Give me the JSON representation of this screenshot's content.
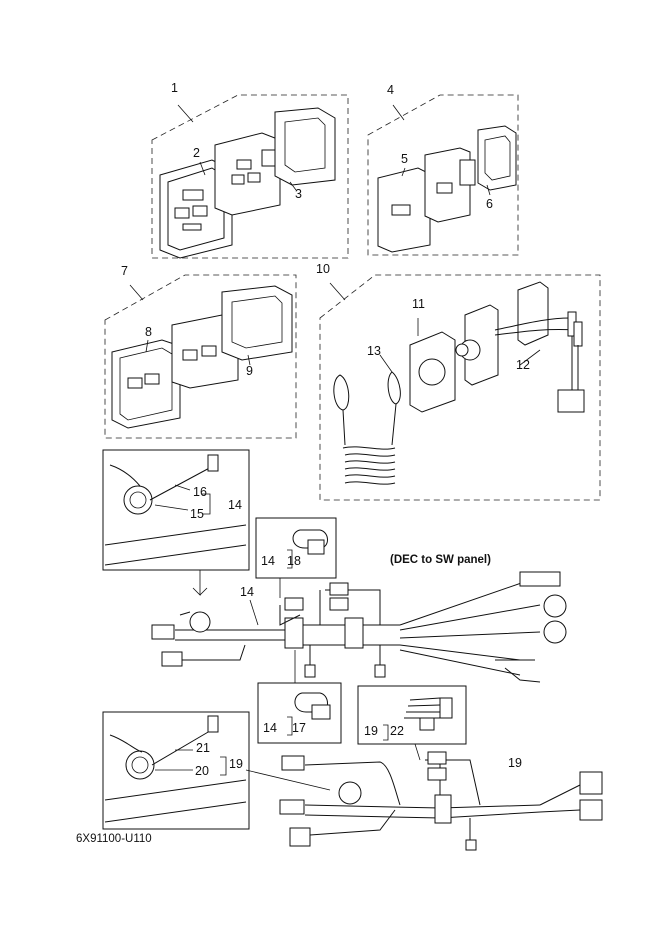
{
  "diagram_code": "6X91100-U110",
  "callouts": {
    "c1": "1",
    "c2": "2",
    "c3": "3",
    "c4": "4",
    "c5": "5",
    "c6": "6",
    "c7": "7",
    "c8": "8",
    "c9": "9",
    "c10": "10",
    "c11": "11",
    "c12": "12",
    "c13": "13",
    "c14a": "14",
    "c14b": "14",
    "c14c": "14",
    "c14d": "14",
    "c15": "15",
    "c16": "16",
    "c17": "17",
    "c18": "18",
    "c19a": "19",
    "c19b": "19",
    "c19c": "19",
    "c20": "20",
    "c21": "21",
    "c22": "22"
  },
  "annotation_dec": "(DEC to SW panel)",
  "colors": {
    "line": "#111111",
    "background": "#ffffff"
  }
}
